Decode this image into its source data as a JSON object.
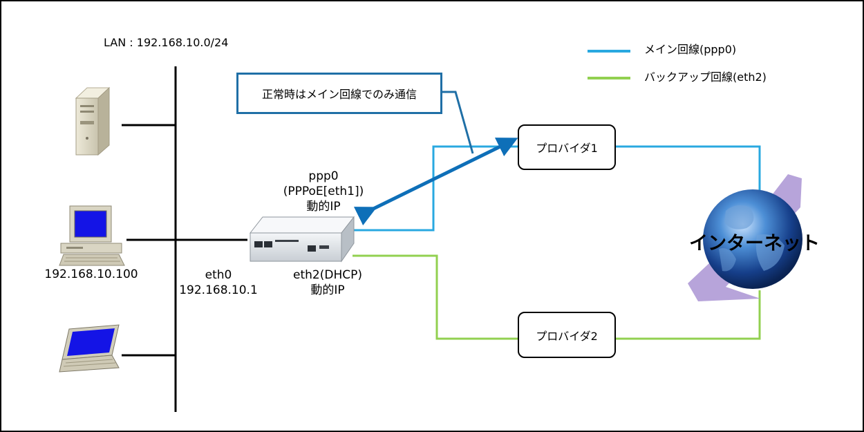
{
  "lan_label": "LAN : 192.168.10.0/24",
  "legend": {
    "main": {
      "label": "メイン回線(ppp0)",
      "color": "#29a8e0"
    },
    "backup": {
      "label": "バックアップ回線(eth2)",
      "color": "#92d050"
    }
  },
  "callout": {
    "text": "正常時はメイン回線でのみ通信",
    "border_color": "#1f6fa6"
  },
  "router": {
    "ppp0_lines": [
      "ppp0",
      "(PPPoE[eth1])",
      "動的IP"
    ],
    "eth0_lines": [
      "eth0",
      "192.168.10.1"
    ],
    "eth2_lines": [
      "eth2(DHCP)",
      "動的IP"
    ]
  },
  "pc_ip": "192.168.10.100",
  "providers": [
    "プロバイダ1",
    "プロバイダ2"
  ],
  "internet_label": "インターネット",
  "arrow_color": "#0e6fb8"
}
